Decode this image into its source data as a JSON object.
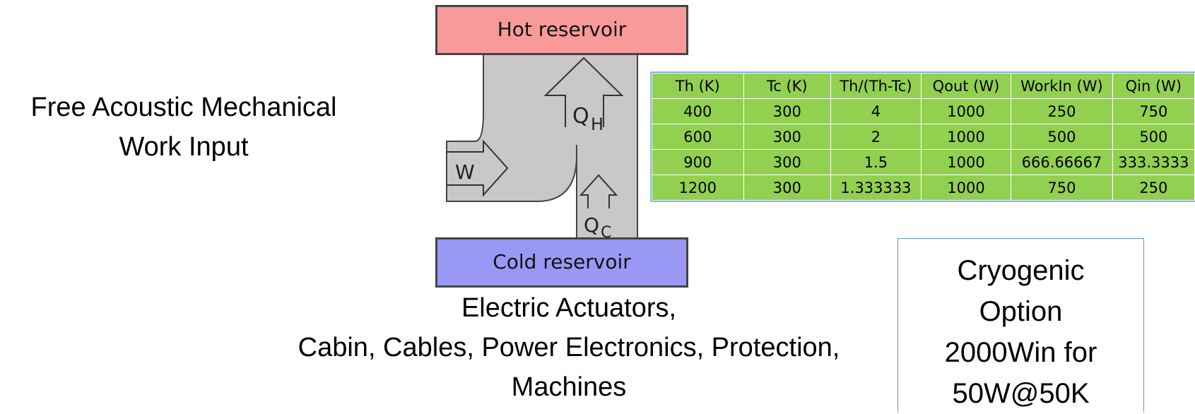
{
  "left_caption": [
    "Free Acoustic Mechanical",
    "Work Input"
  ],
  "diagram": {
    "hot_reservoir": "Hot reservoir",
    "cold_reservoir": "Cold reservoir",
    "qh_symbol": "Q",
    "qh_sub": "H",
    "qc_symbol": "Q",
    "qc_sub": "C",
    "w_label": "W",
    "colors": {
      "hot": "#f89a9a",
      "cold": "#9999f5",
      "body": "#c8c8c8"
    }
  },
  "table": {
    "headers": [
      "Th (K)",
      "Tc (K)",
      "Th/(Th-Tc)",
      "Qout (W)",
      "WorkIn (W)",
      "Qin (W)"
    ],
    "rows": [
      [
        "400",
        "300",
        "4",
        "1000",
        "250",
        "750"
      ],
      [
        "600",
        "300",
        "2",
        "1000",
        "500",
        "500"
      ],
      [
        "900",
        "300",
        "1.5",
        "1000",
        "666.66667",
        "333.3333"
      ],
      [
        "1200",
        "300",
        "1.333333",
        "1000",
        "750",
        "250"
      ]
    ],
    "colors": {
      "fill": "#92d050",
      "border": "#5b9bd5"
    }
  },
  "bottom_caption": [
    "Electric Actuators,",
    "Cabin, Cables, Power Electronics, Protection,",
    "Machines"
  ],
  "cryo_box": [
    "Cryogenic",
    "Option",
    "2000Win for",
    "50W@50K"
  ]
}
